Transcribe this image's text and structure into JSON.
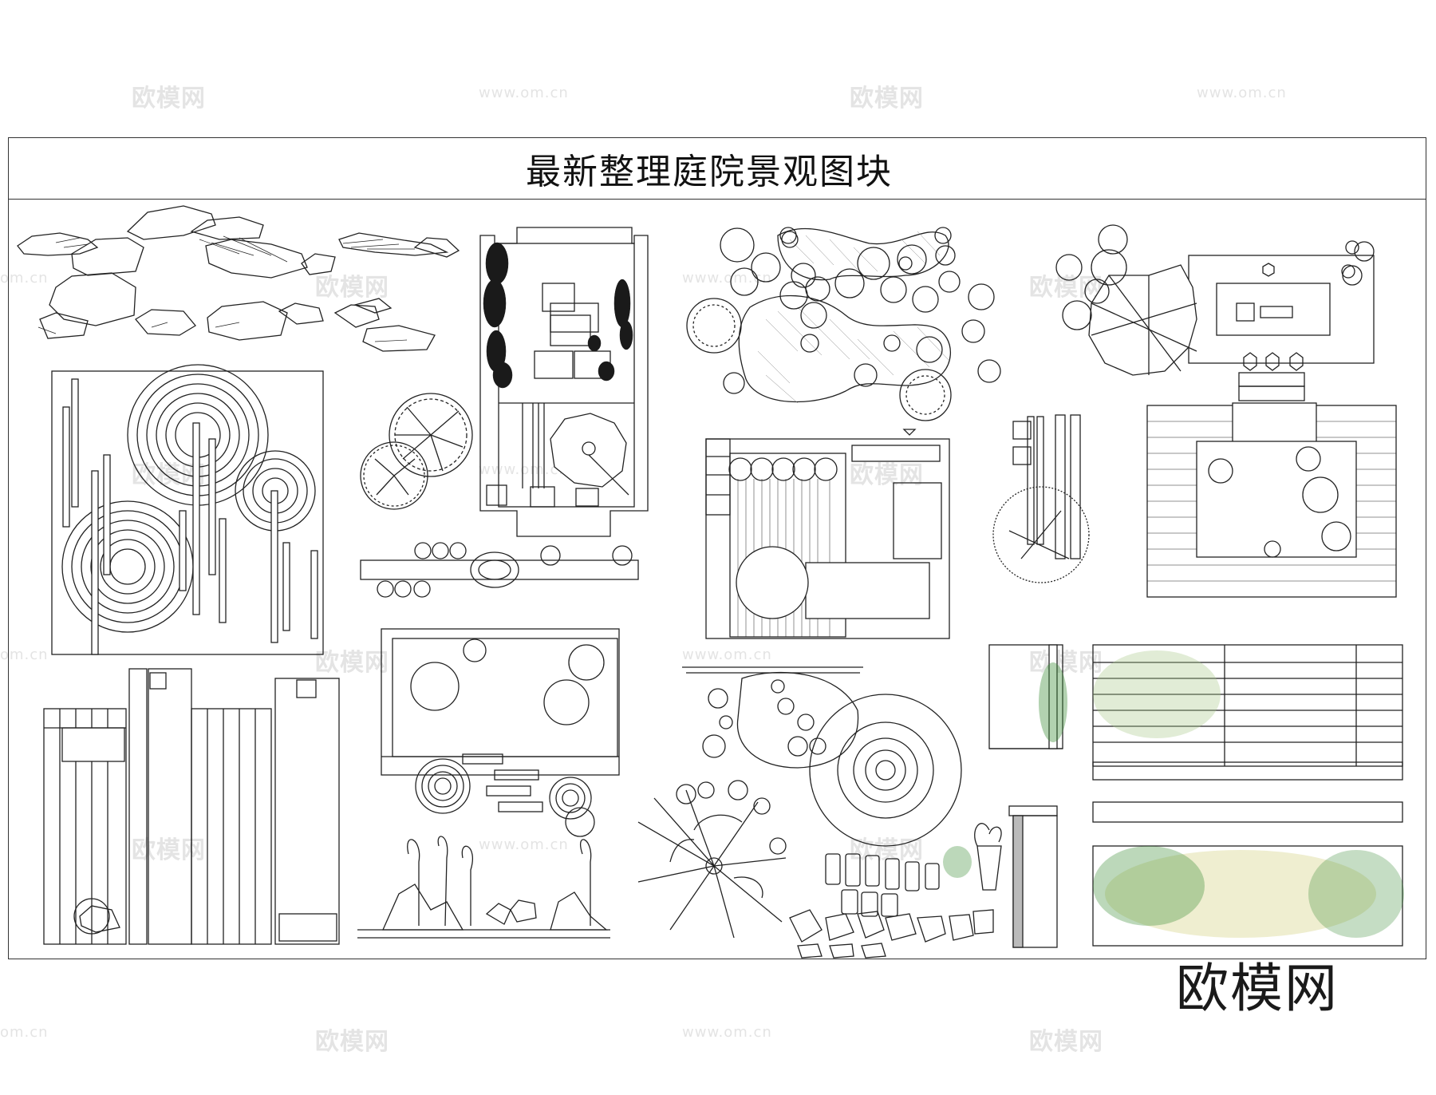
{
  "title": "最新整理庭院景观图块",
  "brand": "欧模网",
  "watermark": {
    "logo": "欧模网",
    "url": "www.om.cn",
    "url_short": "om.cn"
  },
  "colors": {
    "line": "#222222",
    "frame": "#333333",
    "watermark": "#e4e4e4",
    "plant_green": "#3f8f3a",
    "plant_light": "#a9c98a",
    "plant_yellow": "#d6d48a"
  }
}
